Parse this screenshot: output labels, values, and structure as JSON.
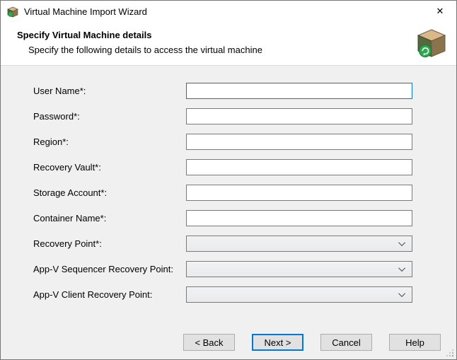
{
  "window": {
    "title": "Virtual Machine Import Wizard",
    "close_glyph": "✕"
  },
  "header": {
    "title": "Specify Virtual Machine details",
    "subtitle": "Specify the following details to access the virtual machine"
  },
  "icons": {
    "app_icon": "vm-import-app-icon",
    "header_icon": "vm-import-box-icon",
    "chevron": "chevron-down-icon",
    "close": "close-icon",
    "resize": "resize-grip"
  },
  "colors": {
    "accent": "#0078d7",
    "window_bg": "#f0f0f0",
    "input_border": "#7a7a7a",
    "button_bg": "#e1e1e1"
  },
  "form": {
    "fields": [
      {
        "name": "user-name",
        "label": "User Name*:",
        "control": "text",
        "value": "",
        "focused": true
      },
      {
        "name": "password",
        "label": "Password*:",
        "control": "text",
        "value": ""
      },
      {
        "name": "region",
        "label": "Region*:",
        "control": "text",
        "value": ""
      },
      {
        "name": "recovery-vault",
        "label": "Recovery Vault*:",
        "control": "text",
        "value": ""
      },
      {
        "name": "storage-account",
        "label": "Storage Account*:",
        "control": "text",
        "value": ""
      },
      {
        "name": "container-name",
        "label": "Container Name*:",
        "control": "text",
        "value": ""
      },
      {
        "name": "recovery-point",
        "label": "Recovery Point*:",
        "control": "select",
        "value": ""
      },
      {
        "name": "appv-sequencer-recovery-point",
        "label": "App-V Sequencer Recovery Point:",
        "control": "select",
        "value": ""
      },
      {
        "name": "appv-client-recovery-point",
        "label": "App-V Client Recovery Point:",
        "control": "select",
        "value": ""
      }
    ]
  },
  "footer": {
    "back": "< Back",
    "next": "Next >",
    "cancel": "Cancel",
    "help": "Help"
  }
}
